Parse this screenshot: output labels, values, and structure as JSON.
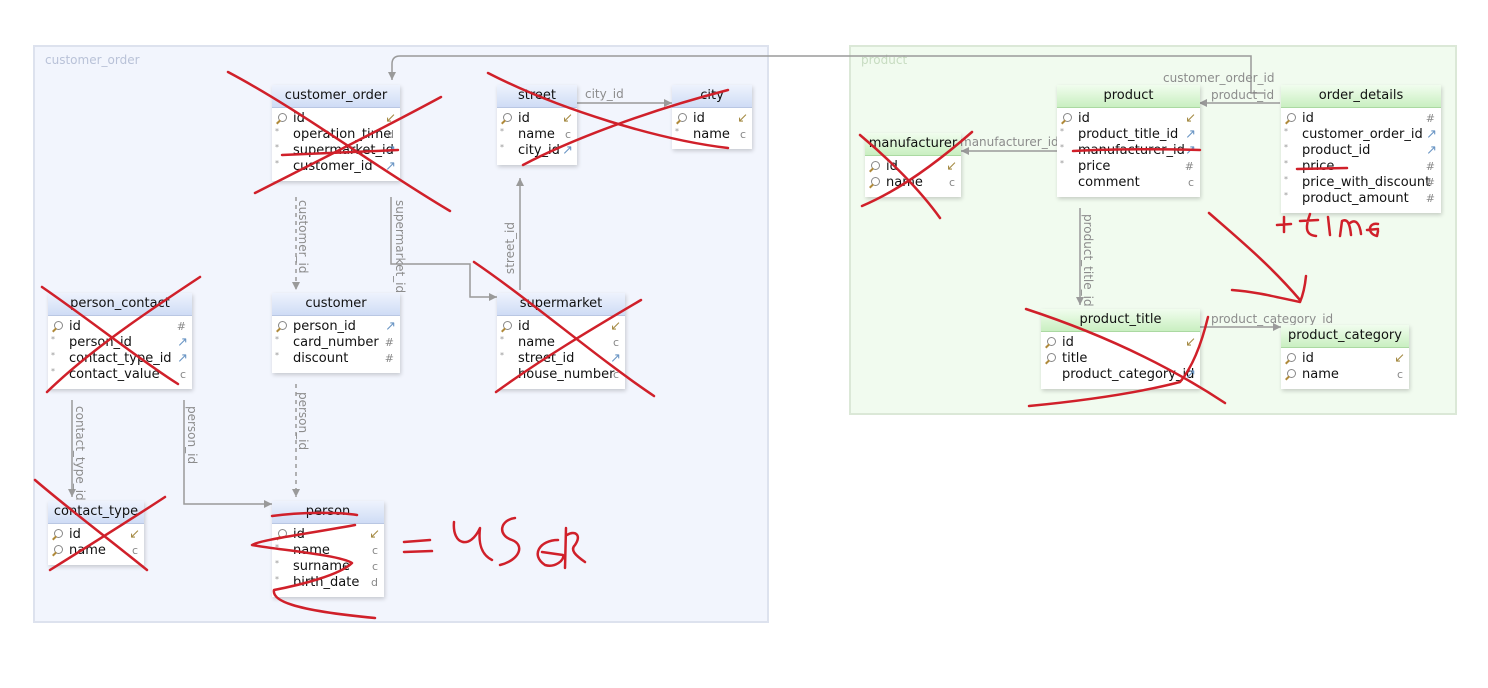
{
  "groups": {
    "customer_order": "customer_order",
    "product": "product"
  },
  "tables": {
    "customer_order": {
      "title": "customer_order",
      "columns": [
        {
          "name": "id",
          "type": "",
          "key": true,
          "req": false,
          "marker": "pk"
        },
        {
          "name": "operation_time",
          "type": "d",
          "req": true
        },
        {
          "name": "supermarket_id",
          "type": "",
          "req": true,
          "marker": "fk"
        },
        {
          "name": "customer_id",
          "type": "",
          "req": true,
          "marker": "fk"
        }
      ]
    },
    "street": {
      "title": "street",
      "columns": [
        {
          "name": "id",
          "type": "",
          "key": true,
          "marker": "pk"
        },
        {
          "name": "name",
          "type": "c",
          "req": true
        },
        {
          "name": "city_id",
          "type": "",
          "req": true,
          "marker": "fk"
        }
      ]
    },
    "city": {
      "title": "city",
      "columns": [
        {
          "name": "id",
          "type": "",
          "key": true,
          "marker": "pk"
        },
        {
          "name": "name",
          "type": "c",
          "req": true
        }
      ]
    },
    "person_contact": {
      "title": "person_contact",
      "columns": [
        {
          "name": "id",
          "type": "#",
          "key": true
        },
        {
          "name": "person_id",
          "type": "",
          "req": true,
          "marker": "fk"
        },
        {
          "name": "contact_type_id",
          "type": "",
          "req": true,
          "marker": "fk"
        },
        {
          "name": "contact_value",
          "type": "c",
          "req": true
        }
      ]
    },
    "customer": {
      "title": "customer",
      "columns": [
        {
          "name": "person_id",
          "type": "",
          "key": true,
          "marker": "fk"
        },
        {
          "name": "card_number",
          "type": "#",
          "req": true
        },
        {
          "name": "discount",
          "type": "#",
          "req": true
        }
      ]
    },
    "supermarket": {
      "title": "supermarket",
      "columns": [
        {
          "name": "id",
          "type": "",
          "key": true,
          "marker": "pk"
        },
        {
          "name": "name",
          "type": "c",
          "req": true
        },
        {
          "name": "street_id",
          "type": "",
          "req": true,
          "marker": "fk"
        },
        {
          "name": "house_number",
          "type": "c",
          "req": false
        }
      ]
    },
    "contact_type": {
      "title": "contact_type",
      "columns": [
        {
          "name": "id",
          "type": "",
          "key": true,
          "marker": "pk"
        },
        {
          "name": "name",
          "type": "c",
          "key": true
        }
      ]
    },
    "person": {
      "title": "person",
      "columns": [
        {
          "name": "id",
          "type": "",
          "key": true,
          "marker": "pk"
        },
        {
          "name": "name",
          "type": "c",
          "req": true
        },
        {
          "name": "surname",
          "type": "c",
          "req": true
        },
        {
          "name": "birth_date",
          "type": "d",
          "req": true
        }
      ]
    },
    "product": {
      "title": "product",
      "columns": [
        {
          "name": "id",
          "type": "",
          "key": true,
          "marker": "pk"
        },
        {
          "name": "product_title_id",
          "type": "",
          "req": true,
          "marker": "fk"
        },
        {
          "name": "manufacturer_id",
          "type": "",
          "req": true,
          "marker": "fk"
        },
        {
          "name": "price",
          "type": "#",
          "req": true
        },
        {
          "name": "comment",
          "type": "c",
          "req": false
        }
      ]
    },
    "order_details": {
      "title": "order_details",
      "columns": [
        {
          "name": "id",
          "type": "#",
          "key": true
        },
        {
          "name": "customer_order_id",
          "type": "",
          "req": true,
          "marker": "fk"
        },
        {
          "name": "product_id",
          "type": "",
          "req": true,
          "marker": "fk"
        },
        {
          "name": "price",
          "type": "#",
          "req": true
        },
        {
          "name": "price_with_discount",
          "type": "#",
          "req": true
        },
        {
          "name": "product_amount",
          "type": "#",
          "req": true
        }
      ]
    },
    "manufacturer": {
      "title": "manufacturer",
      "columns": [
        {
          "name": "id",
          "type": "",
          "key": true,
          "marker": "pk"
        },
        {
          "name": "name",
          "type": "c",
          "key": true
        }
      ]
    },
    "product_title": {
      "title": "product_title",
      "columns": [
        {
          "name": "id",
          "type": "",
          "key": true,
          "marker": "pk"
        },
        {
          "name": "title",
          "type": "",
          "key": true
        },
        {
          "name": "product_category_id",
          "type": "",
          "req": false,
          "marker": "fk"
        }
      ]
    },
    "product_category": {
      "title": "product_category",
      "columns": [
        {
          "name": "id",
          "type": "",
          "key": true,
          "marker": "pk"
        },
        {
          "name": "name",
          "type": "c",
          "key": true
        }
      ]
    }
  },
  "relations": {
    "city_id": "city_id",
    "customer_id": "customer_id",
    "supermarket_id": "supermarket_id",
    "street_id": "street_id",
    "person_id_customer": "person_id",
    "contact_type_id": "contact_type_id",
    "person_id_contact": "person_id",
    "customer_order_id": "customer_order_id",
    "product_id": "product_id",
    "manufacturer_id": "manufacturer_id",
    "product_title_id": "product_title_id",
    "product_category_id": "product_category_id"
  },
  "annotations": {
    "equals": "=",
    "user": "user",
    "plus_time": "+time",
    "ink_color": "#d0202a"
  }
}
